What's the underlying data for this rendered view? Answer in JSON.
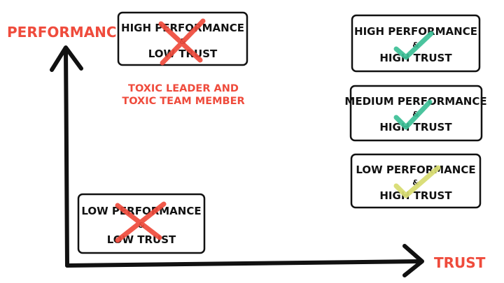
{
  "colors": {
    "accent_red": "#ef4b3c",
    "check_green": "#3cbf96",
    "check_yellow": "#d8dc73",
    "ink": "#111111"
  },
  "axes": {
    "y_label": "PERFORMANCE",
    "x_label": "TRUST"
  },
  "annotation": {
    "line1": "TOXIC LEADER AND",
    "line2": "TOXIC TEAM MEMBER"
  },
  "boxes": [
    {
      "id": "high-performance-low-trust",
      "line1": "HIGH PERFORMANCE",
      "amp": "&",
      "line2": "LOW TRUST",
      "mark": "cross-icon",
      "mark_color": "#ef4b3c"
    },
    {
      "id": "low-performance-low-trust",
      "line1": "LOW PERFORMANCE",
      "amp": "&",
      "line2": "LOW TRUST",
      "mark": "cross-icon",
      "mark_color": "#ef4b3c"
    },
    {
      "id": "high-performance-high-trust",
      "line1": "HIGH PERFORMANCE",
      "amp": "&",
      "line2": "HIGH TRUST",
      "mark": "check-icon",
      "mark_color": "#3cbf96"
    },
    {
      "id": "medium-performance-high-trust",
      "line1": "MEDIUM PERFORMANCE",
      "amp": "&",
      "line2": "HIGH TRUST",
      "mark": "check-icon",
      "mark_color": "#3cbf96"
    },
    {
      "id": "low-performance-high-trust",
      "line1": "LOW PERFORMANCE",
      "amp": "&",
      "line2": "HIGH TRUST",
      "mark": "check-icon",
      "mark_color": "#d8dc73"
    }
  ]
}
